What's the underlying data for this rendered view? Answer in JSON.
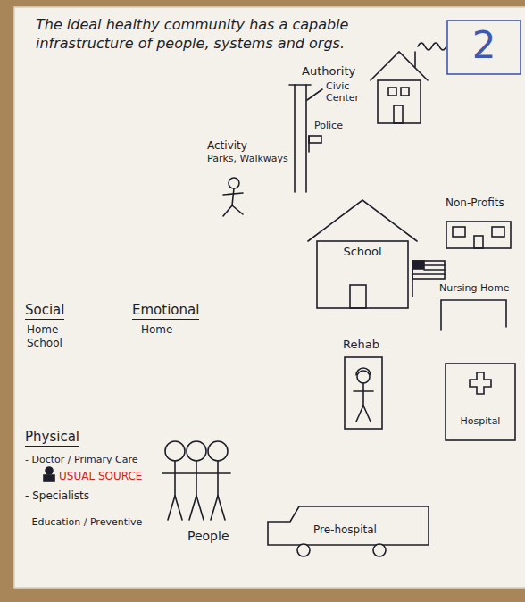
{
  "diagram": {
    "title": "The ideal healthy community has a capable infrastructure of people, systems and orgs.",
    "nodes": [
      {
        "text": [
          "2"
        ]
      },
      {
        "text": [
          "Civic Center"
        ]
      },
      {
        "text": [
          "School"
        ]
      },
      {
        "text": [
          "Non-Profits"
        ]
      },
      {
        "text": [
          "Nursing Home"
        ]
      },
      {
        "text": [
          "Rehab"
        ]
      },
      {
        "text": [
          "Hospital"
        ]
      },
      {
        "text": [
          "Pre-hospital"
        ]
      }
    ],
    "labels": [
      "Authority",
      "Activity",
      "Parks, Walkways",
      "Police",
      "Social",
      "Home",
      "School",
      "Emotional",
      "Home",
      "Physical",
      "- Doctor / Primary Care",
      "USUAL SOURCE",
      "- Specialists",
      "- Education / Preventive",
      "People"
    ]
  }
}
